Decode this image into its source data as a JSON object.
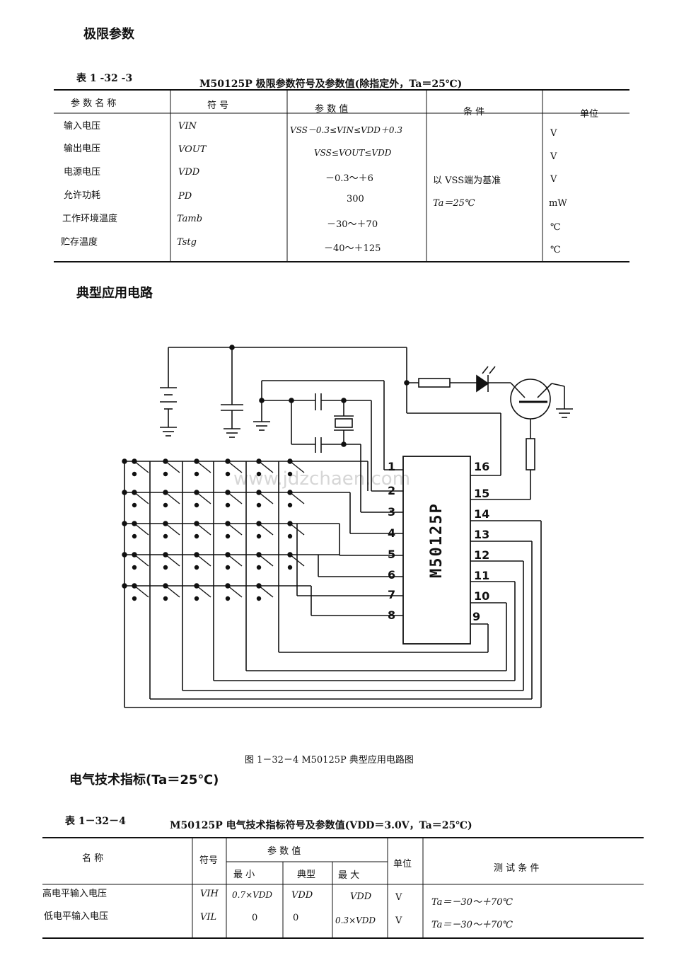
{
  "section1": {
    "heading": "极限参数",
    "table_label": "表 1  -32 -3",
    "table_title": "M50125P 极限参数符号及参数值(除指定外，Ta＝25℃)",
    "headers": [
      "参 数 名 称",
      "符  号",
      "参    数    值",
      "条    件",
      "单位"
    ],
    "rows": [
      {
        "name": "输入电压",
        "symbol": "VIN",
        "value": "VSS－0.3≤VIN≤VDD＋0.3",
        "unit": "V"
      },
      {
        "name": "输出电压",
        "symbol": "VOUT",
        "value": "VSS≤VOUT≤VDD",
        "unit": "V"
      },
      {
        "name": "电源电压",
        "symbol": "VDD",
        "value": "－0.3～＋6",
        "unit": "V"
      },
      {
        "name": "允许功耗",
        "symbol": "PD",
        "value": "300",
        "unit": "mW"
      },
      {
        "name": "工作环境温度",
        "symbol": "Tamb",
        "value": "－30～＋70",
        "unit": "℃"
      },
      {
        "name": "贮存温度",
        "symbol": "Tstg",
        "value": "－40～＋125",
        "unit": "℃"
      }
    ],
    "condition_line1": "以 VSS端为基准",
    "condition_line2": "Ta＝25℃"
  },
  "section2": {
    "heading": "典型应用电路",
    "chip_label": "M50125P",
    "left_pins": [
      "1",
      "2",
      "3",
      "4",
      "5",
      "6",
      "7",
      "8"
    ],
    "right_pins": [
      "16",
      "15",
      "14",
      "13",
      "12",
      "11",
      "10",
      "9"
    ],
    "figure_caption": "图 1－32－4   M50125P 典型应用电路图",
    "watermark": "www.jdzchaen.com"
  },
  "section3": {
    "heading": "电气技术指标(Ta＝25℃)",
    "table_label": "表 1－32－4",
    "table_title": "M50125P 电气技术指标符号及参数值(VDD＝3.0V，Ta＝25℃)",
    "headers": {
      "name": "名          称",
      "symbol": "符号",
      "params": "参    数    值",
      "min": "最    小",
      "typ": "典型",
      "max": "最    大",
      "unit": "单位",
      "cond": "测  试  条  件"
    },
    "rows": [
      {
        "name": "高电平输入电压",
        "symbol": "VIH",
        "min": "0.7×VDD",
        "typ": "VDD",
        "max": "VDD",
        "unit": "V",
        "cond": "Ta＝－30～＋70℃"
      },
      {
        "name": "低电平输入电压",
        "symbol": "VIL",
        "min": "0",
        "typ": "0",
        "max": "0.3×VDD",
        "unit": "V",
        "cond": "Ta＝－30～＋70℃"
      }
    ]
  }
}
